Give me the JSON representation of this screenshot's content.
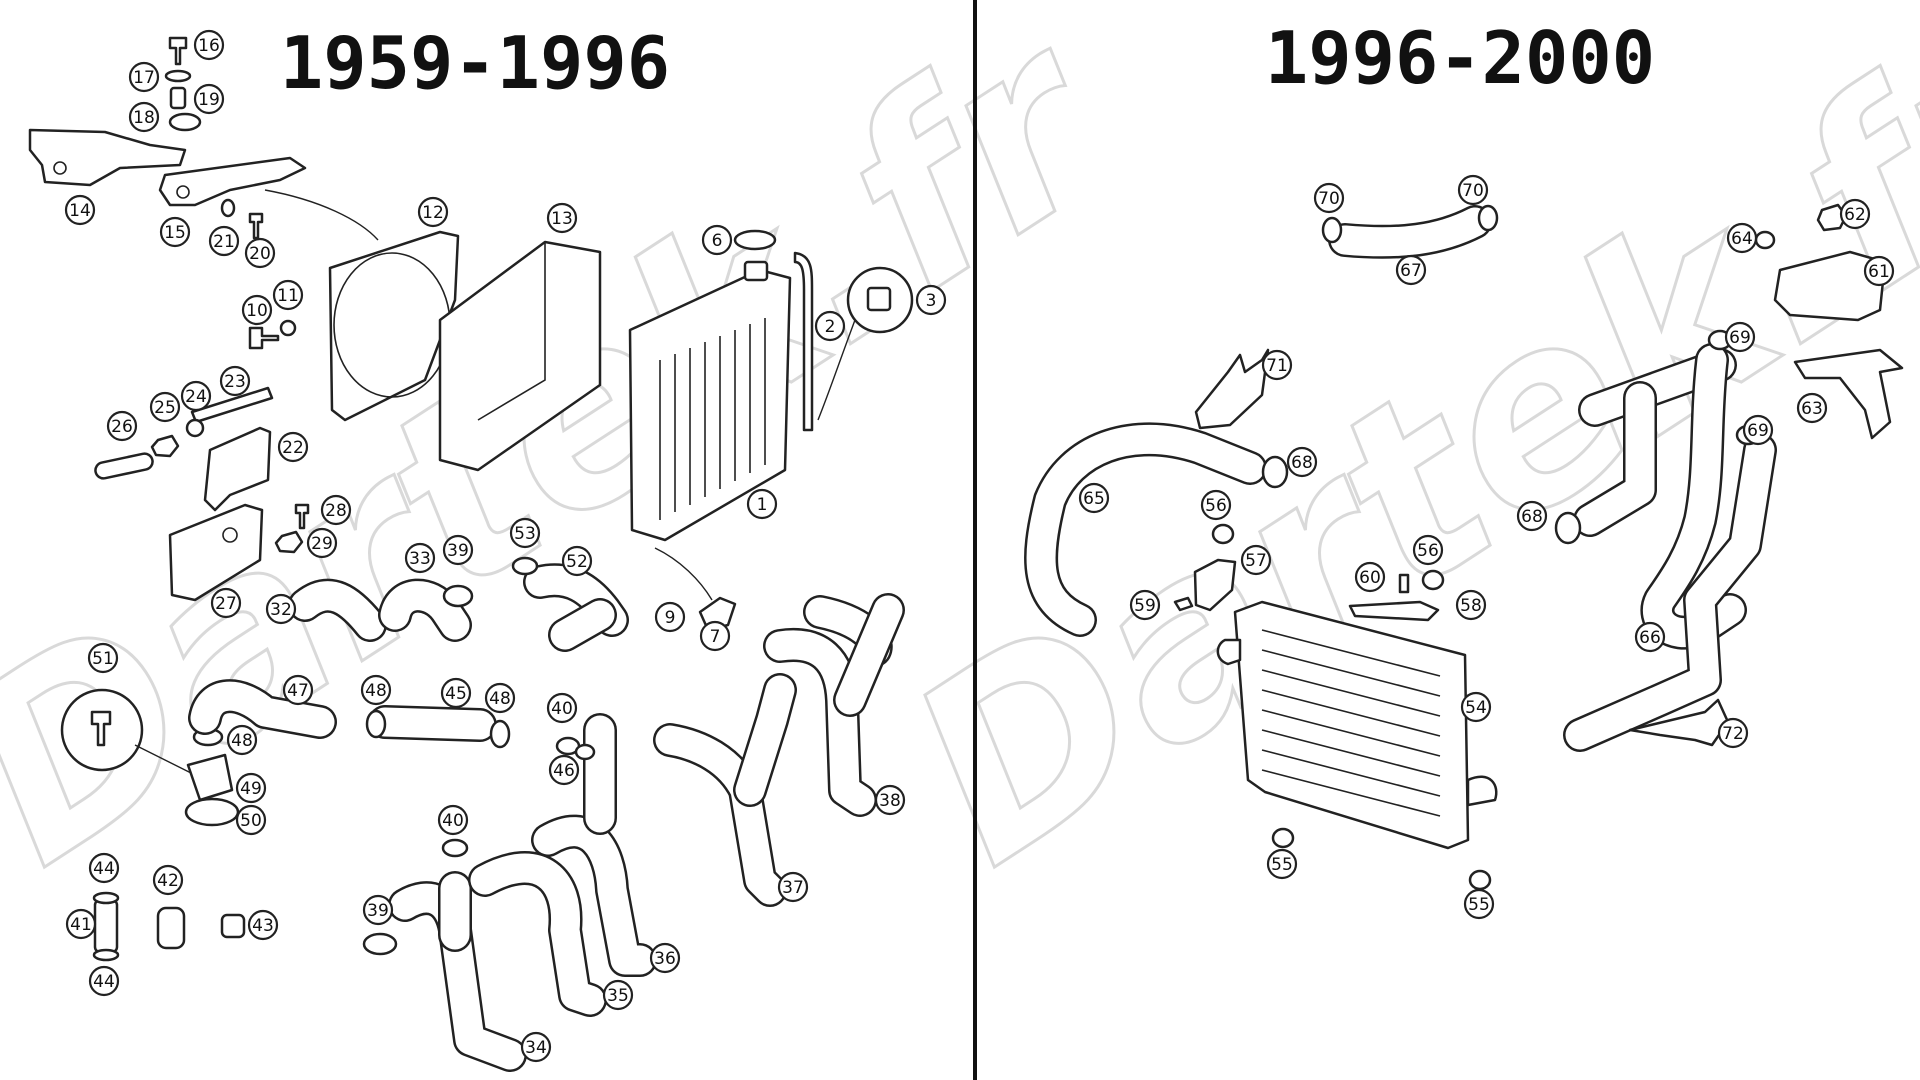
{
  "titles": {
    "left": "1959-1996",
    "right": "1996-2000"
  },
  "watermark": "Dartek.fr",
  "callouts": {
    "c1": "1",
    "c2": "2",
    "c3": "3",
    "c6": "6",
    "c7": "7",
    "c9": "9",
    "c10": "10",
    "c11": "11",
    "c12": "12",
    "c13": "13",
    "c14": "14",
    "c15": "15",
    "c16": "16",
    "c17": "17",
    "c18": "18",
    "c19": "19",
    "c20": "20",
    "c21": "21",
    "c22": "22",
    "c23": "23",
    "c24": "24",
    "c25": "25",
    "c26": "26",
    "c27": "27",
    "c28": "28",
    "c29": "29",
    "c32": "32",
    "c33": "33",
    "c34": "34",
    "c35": "35",
    "c36": "36",
    "c37": "37",
    "c38": "38",
    "c39a": "39",
    "c39b": "39",
    "c40a": "40",
    "c40b": "40",
    "c41": "41",
    "c42": "42",
    "c43": "43",
    "c44a": "44",
    "c44b": "44",
    "c45": "45",
    "c46": "46",
    "c47": "47",
    "c48a": "48",
    "c48b": "48",
    "c48c": "48",
    "c49": "49",
    "c50": "50",
    "c51": "51",
    "c52": "52",
    "c53": "53",
    "c54": "54",
    "c55a": "55",
    "c55b": "55",
    "c56a": "56",
    "c56b": "56",
    "c57": "57",
    "c58": "58",
    "c59": "59",
    "c60": "60",
    "c61": "61",
    "c62": "62",
    "c63": "63",
    "c64": "64",
    "c65": "65",
    "c66": "66",
    "c67": "67",
    "c68a": "68",
    "c68b": "68",
    "c69a": "69",
    "c69b": "69",
    "c70a": "70",
    "c70b": "70",
    "c71": "71",
    "c72": "72"
  }
}
